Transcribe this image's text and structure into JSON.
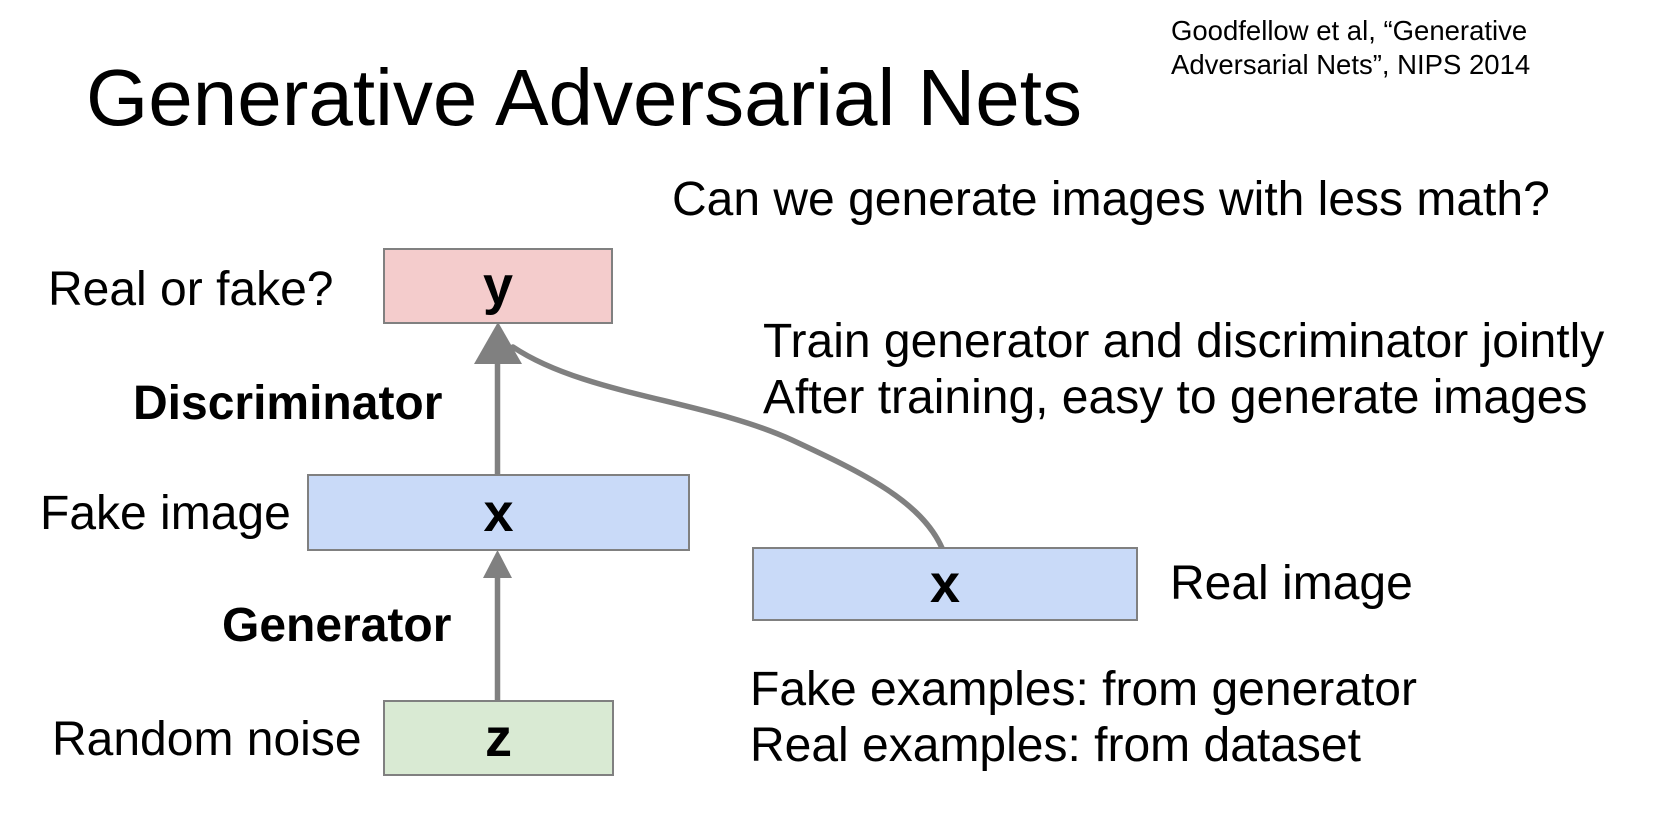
{
  "slide": {
    "citation_line1": "Goodfellow et al, “Generative",
    "citation_line2": "Adversarial Nets”, NIPS 2014",
    "title": "Generative Adversarial Nets",
    "question": "Can we generate images with less math?",
    "right_note_line1": "Train generator and discriminator jointly",
    "right_note_line2": "After training, easy to generate images",
    "bottom_note_line1": "Fake examples: from generator",
    "bottom_note_line2": "Real examples: from dataset"
  },
  "diagram": {
    "y_box": {
      "label": "y",
      "caption": "Real or fake?"
    },
    "fake_x_box": {
      "label": "x",
      "caption": "Fake image"
    },
    "z_box": {
      "label": "z",
      "caption": "Random noise"
    },
    "real_x_box": {
      "label": "x",
      "caption": "Real image"
    },
    "discriminator_label": "Discriminator",
    "generator_label": "Generator"
  },
  "colors": {
    "background": "#ffffff",
    "text": "#000000",
    "box_border": "#808080",
    "arrow": "#808080",
    "y_fill": "#f4cccc",
    "x_fill": "#c9daf8",
    "z_fill": "#d9ead3"
  }
}
